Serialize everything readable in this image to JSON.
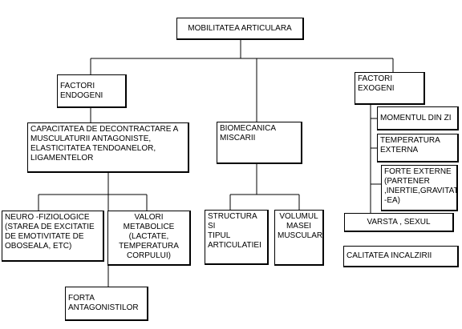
{
  "nodes": {
    "root": "MOBILITATEA ARTICULARA",
    "endogeni": "FACTORI\nENDOGENI",
    "exogeni": "FACTORI\nEXOGENI",
    "capacitatea": "CAPACITATEA DE DECONTRACTARE A MUSCULATURII ANTAGONISTE, ELASTICITATEA TENDOANELOR, LIGAMENTELOR",
    "biomecanica": "BIOMECANICA\nMISCARII",
    "momentul": "MOMENTUL DIN ZI",
    "temperatura_externa": "TEMPERATURA\nEXTERNA",
    "forte_externe": "FORTE EXTERNE\n(PARTENER\n,INERTIE,GRAVITAT\n-EA)",
    "varsta": "VARSTA , SEXUL",
    "calitatea": "CALITATEA INCALZIRII",
    "neuro": "NEURO -FIZIOLOGICE (STAREA DE EXCITATIE DE EMOTIVITATE DE OBOSEALA, ETC)",
    "valori": "VALORI METABOLICE\n(LACTATE,\nTEMPERATURA\nCORPULUI)",
    "structura": "STRUCTURA SI\nTIPUL\nARTICULATIEI",
    "volumul": "VOLUMUL\nMASEI\nMUSCULARE",
    "forta": "FORTA\nANTAGONISTILOR"
  }
}
